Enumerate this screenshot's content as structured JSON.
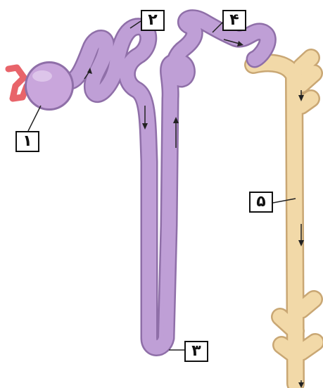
{
  "labels": {
    "label_1": "۱",
    "label_2": "۲",
    "label_3": "۳",
    "label_4": "۴",
    "label_5": "۵"
  },
  "colors": {
    "tubule": "#bf9fd6",
    "tubule_outline": "#8f6fa8",
    "capsule": "#c9a6dc",
    "duct": "#f2d9a8",
    "duct_outline": "#c9a774",
    "vessel": "#e8646a",
    "arrow": "#222222"
  }
}
